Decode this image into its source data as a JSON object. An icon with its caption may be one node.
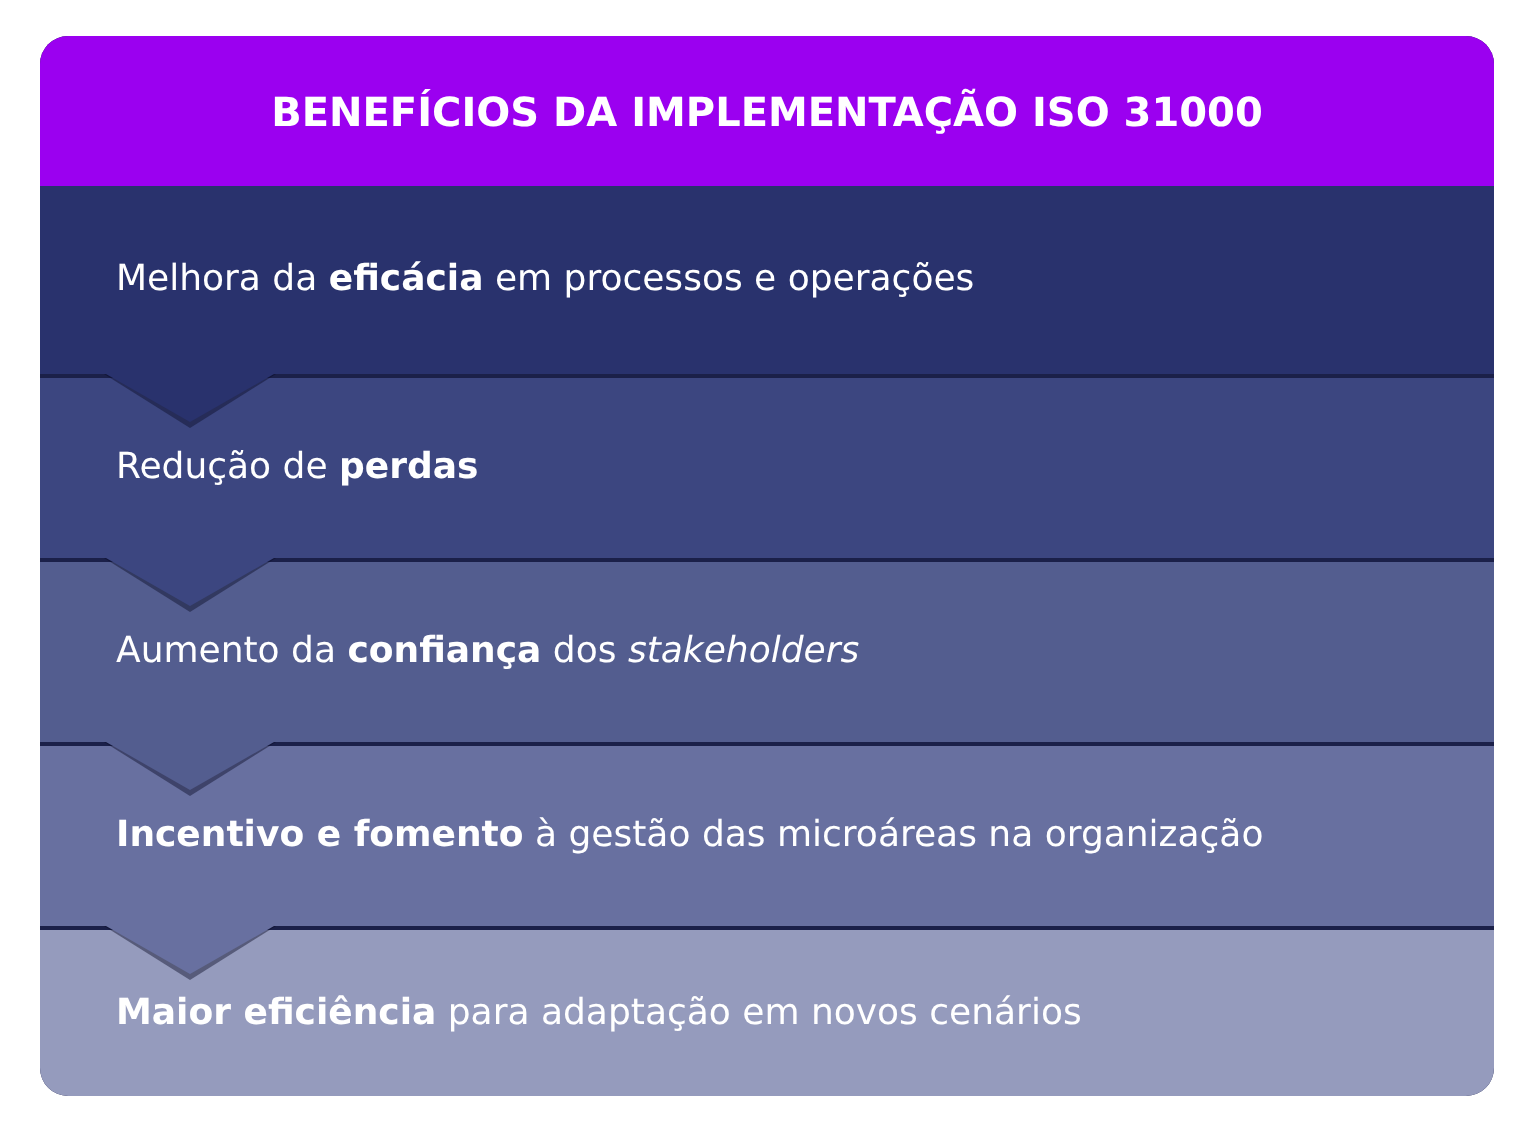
{
  "diagram": {
    "title": "BENEFÍCIOS DA IMPLEMENTAÇÃO ISO 31000",
    "nodes": [
      {
        "text": [
          "Melhora da **eficácia** em processos e operações"
        ]
      },
      {
        "text": [
          "Redução de **perdas**"
        ]
      },
      {
        "text": [
          "Aumento da **confiança** dos *stakeholders*"
        ]
      },
      {
        "text": [
          "**Incentivo e fomento** à gestão das microáreas na organização"
        ]
      },
      {
        "text": [
          "**Maior eficiência** para adaptação em novos cenários"
        ]
      }
    ],
    "edges": [
      {
        "from": 0,
        "to": 1,
        "arrow": "to"
      },
      {
        "from": 1,
        "to": 2,
        "arrow": "to"
      },
      {
        "from": 2,
        "to": 3,
        "arrow": "to"
      },
      {
        "from": 3,
        "to": 4,
        "arrow": "to"
      }
    ]
  }
}
